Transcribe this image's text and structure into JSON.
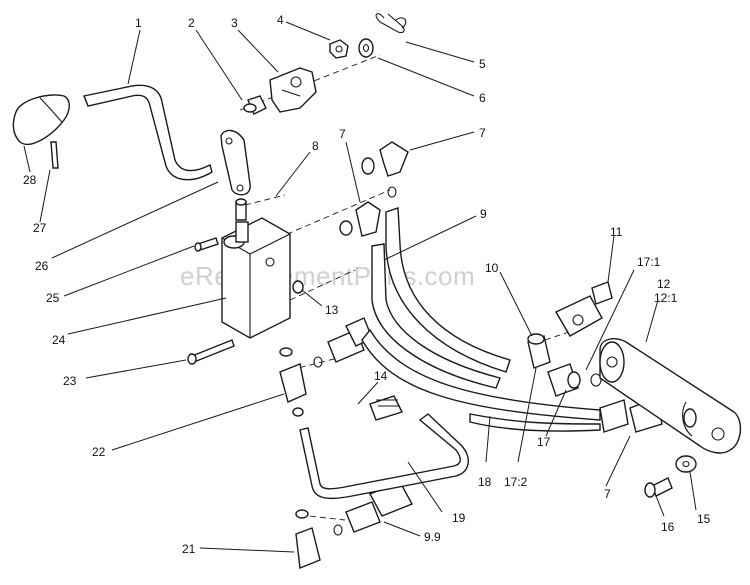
{
  "watermark": "eReplacementParts.com",
  "callouts": [
    {
      "id": "c1",
      "text": "1"
    },
    {
      "id": "c2",
      "text": "2"
    },
    {
      "id": "c3",
      "text": "3"
    },
    {
      "id": "c4",
      "text": "4"
    },
    {
      "id": "c5",
      "text": "5"
    },
    {
      "id": "c6",
      "text": "6"
    },
    {
      "id": "c7a",
      "text": "7"
    },
    {
      "id": "c7b",
      "text": "7"
    },
    {
      "id": "c7c",
      "text": "7"
    },
    {
      "id": "c8",
      "text": "8"
    },
    {
      "id": "c9",
      "text": "9"
    },
    {
      "id": "c10",
      "text": "10"
    },
    {
      "id": "c11",
      "text": "11"
    },
    {
      "id": "c12",
      "text": "12"
    },
    {
      "id": "c12_1",
      "text": "12:1"
    },
    {
      "id": "c13",
      "text": "13"
    },
    {
      "id": "c14",
      "text": "14"
    },
    {
      "id": "c15",
      "text": "15"
    },
    {
      "id": "c16",
      "text": "16"
    },
    {
      "id": "c17",
      "text": "17"
    },
    {
      "id": "c17_1",
      "text": "17:1"
    },
    {
      "id": "c17_2",
      "text": "17:2"
    },
    {
      "id": "c18",
      "text": "18"
    },
    {
      "id": "c19",
      "text": "19"
    },
    {
      "id": "c21",
      "text": "21"
    },
    {
      "id": "c22",
      "text": "22"
    },
    {
      "id": "c23",
      "text": "23"
    },
    {
      "id": "c24",
      "text": "24"
    },
    {
      "id": "c25",
      "text": "25"
    },
    {
      "id": "c26",
      "text": "26"
    },
    {
      "id": "c27",
      "text": "27"
    },
    {
      "id": "c28",
      "text": "28"
    },
    {
      "id": "c9_9",
      "text": "9.9"
    }
  ]
}
